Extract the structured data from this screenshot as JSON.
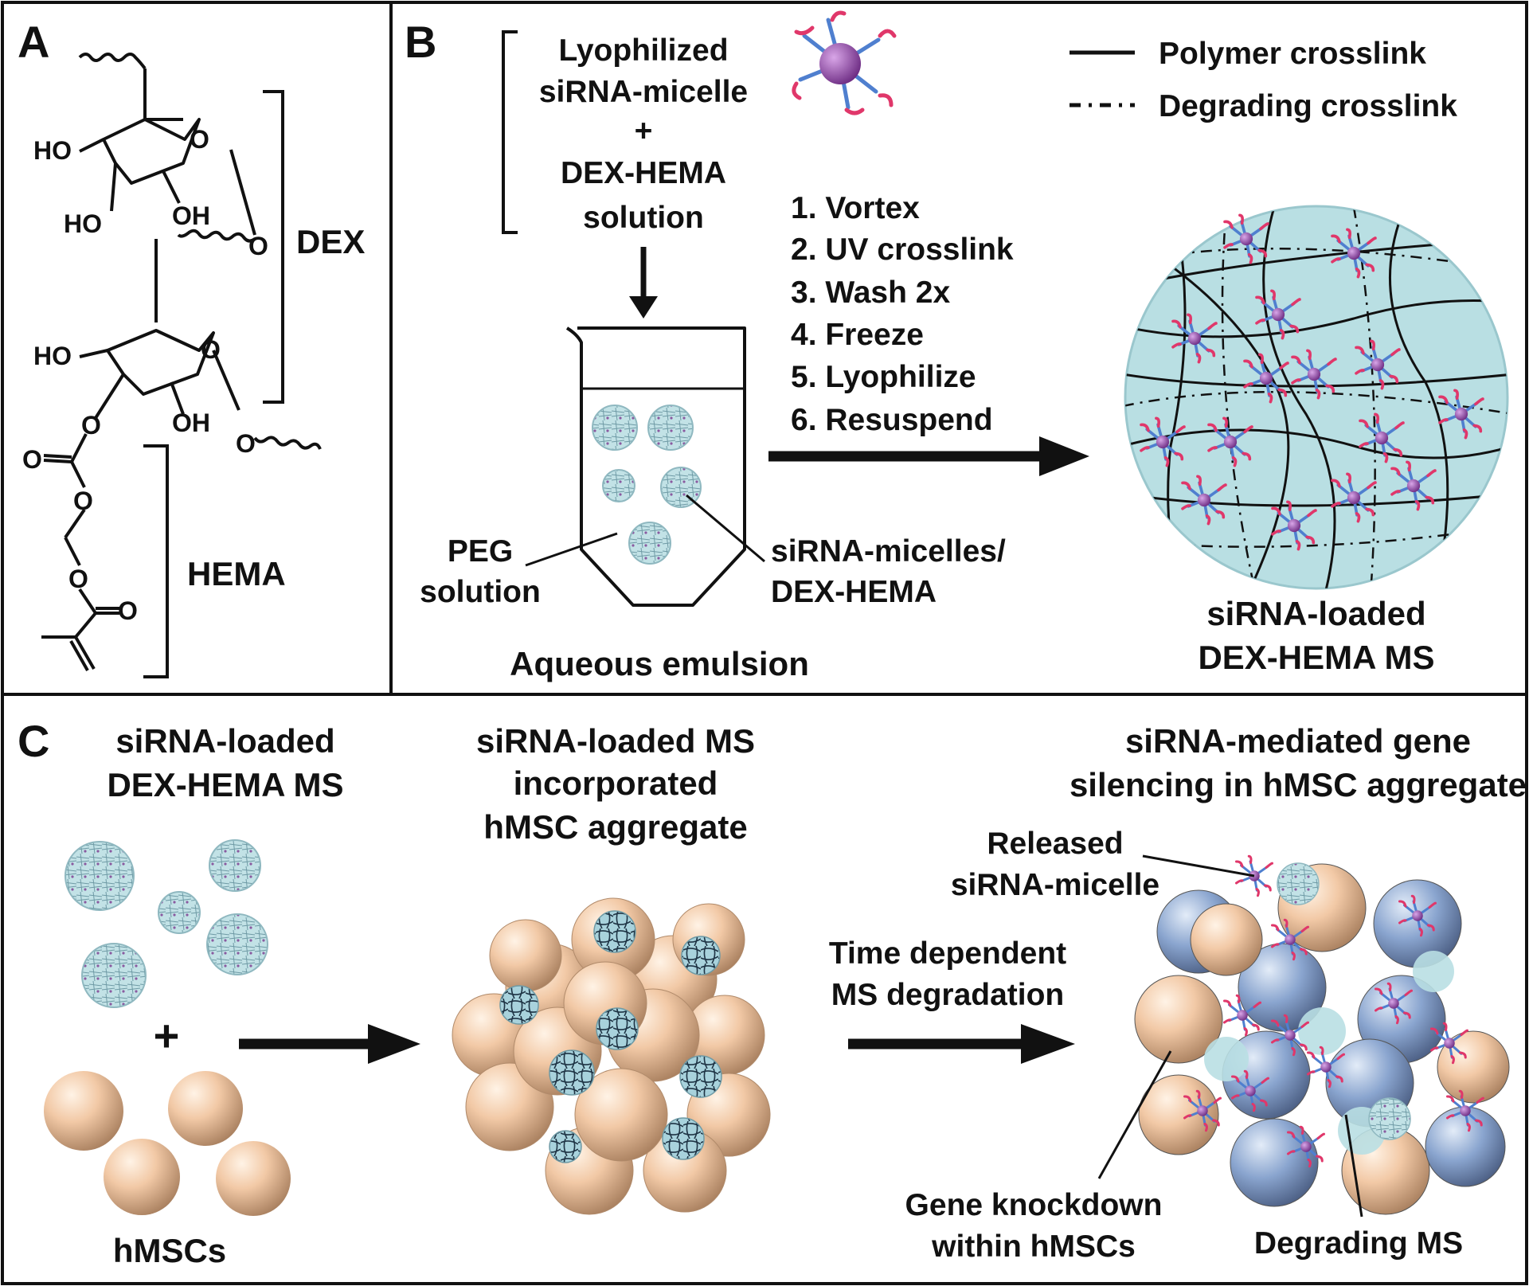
{
  "panels": {
    "a": {
      "letter": "A",
      "chem": {
        "ho1": "HO",
        "o_ring1": "O",
        "ho2": "HO",
        "oh1": "OH",
        "o_link": "O",
        "ho3": "HO",
        "o_ring2": "O",
        "o_sub": "O",
        "oh2": "OH",
        "o_end": "O",
        "o_carbonyl": "O",
        "o_ester1": "O",
        "o_ester2": "O",
        "o_carbonyl2": "O"
      },
      "dex_label": "DEX",
      "hema_label": "HEMA"
    },
    "b": {
      "letter": "B",
      "mix_lines": [
        "Lyophilized",
        "siRNA-micelle",
        "+",
        "DEX-HEMA",
        "solution"
      ],
      "legend": [
        {
          "label": "Polymer crosslink",
          "style": "solid"
        },
        {
          "label": "Degrading crosslink",
          "style": "dashed"
        }
      ],
      "steps": [
        "1. Vortex",
        "2. UV crosslink",
        "3. Wash 2x",
        "4. Freeze",
        "5. Lyophilize",
        "6. Resuspend"
      ],
      "peg_label": [
        "PEG",
        "solution"
      ],
      "micelle_label": [
        "siRNA-micelles/",
        "DEX-HEMA"
      ],
      "emulsion_label": "Aqueous emulsion",
      "ms_label": [
        "siRNA-loaded",
        "DEX-HEMA MS"
      ]
    },
    "c": {
      "letter": "C",
      "col1_title": [
        "siRNA-loaded",
        "DEX-HEMA MS"
      ],
      "plus": "+",
      "cells_label": "hMSCs",
      "col2_title": [
        "siRNA-loaded MS",
        "incorporated",
        "hMSC aggregate"
      ],
      "arrow2_label": [
        "Time dependent",
        "MS degradation"
      ],
      "col3_title": [
        "siRNA-mediated gene",
        "silencing in hMSC aggregate"
      ],
      "released_label": [
        "Released",
        "siRNA-micelle"
      ],
      "knockdown_label": [
        "Gene knockdown",
        "within hMSCs"
      ],
      "degrading_label": "Degrading MS"
    }
  },
  "colors": {
    "ms_fill": "#b9dfe3",
    "cell_fill": "#f2c9a6",
    "cell_blue": "#8aa5cf",
    "micelle_core": "#8a3fa0",
    "rna_red": "#e0376a",
    "rna_blue": "#4f7fcf",
    "frame": "#111111"
  }
}
